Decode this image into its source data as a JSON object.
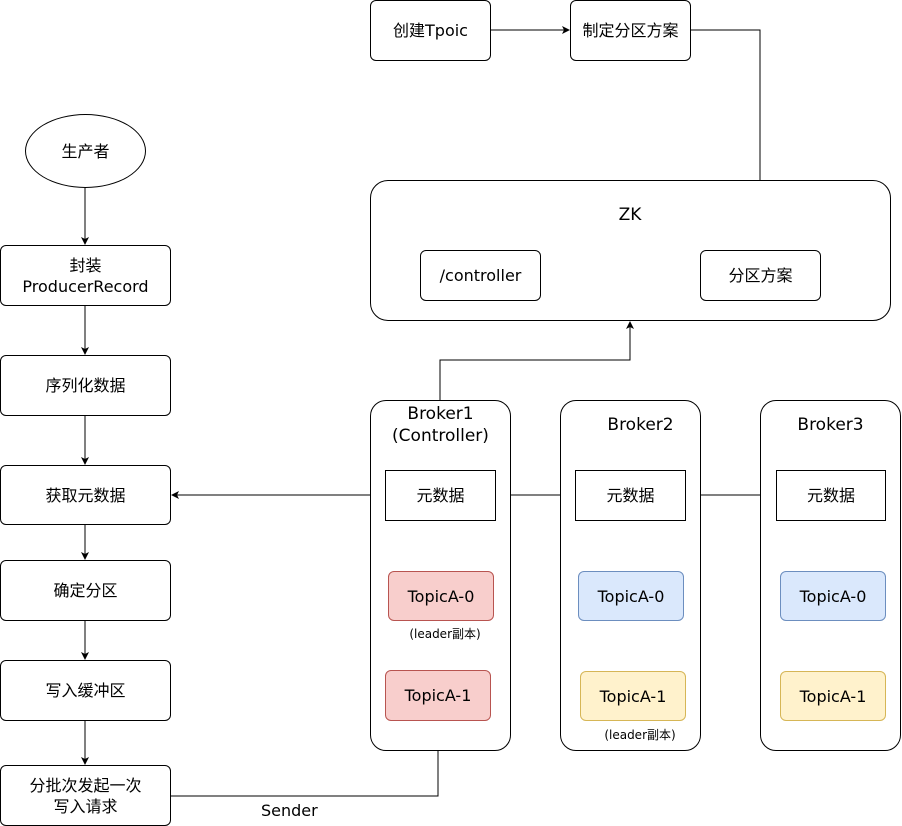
{
  "left_flow": {
    "producer": "生产者",
    "step1": "封装\nProducerRecord",
    "step2": "序列化数据",
    "step3": "获取元数据",
    "step4": "确定分区",
    "step5": "写入缓冲区",
    "step6": "分批次发起一次\n写入请求",
    "sender_label": "Sender"
  },
  "top_flow": {
    "create_topic": "创建Tpoic",
    "make_plan": "制定分区方案"
  },
  "zk": {
    "title": "ZK",
    "controller": "/controller",
    "plan": "分区方案"
  },
  "brokers": [
    {
      "title": "Broker1\n(Controller)",
      "metadata": "元数据",
      "p0": "TopicA-0",
      "p0_note": "(leader副本)",
      "p1": "TopicA-1"
    },
    {
      "title": "Broker2",
      "metadata": "元数据",
      "p0": "TopicA-0",
      "p1": "TopicA-1",
      "p1_note": "(leader副本)"
    },
    {
      "title": "Broker3",
      "metadata": "元数据",
      "p0": "TopicA-0",
      "p1": "TopicA-1"
    }
  ],
  "colors": {
    "leader_fill": "#f8cecc",
    "follower_fill": "#dae8fc",
    "replica_fill": "#fff2cc"
  }
}
